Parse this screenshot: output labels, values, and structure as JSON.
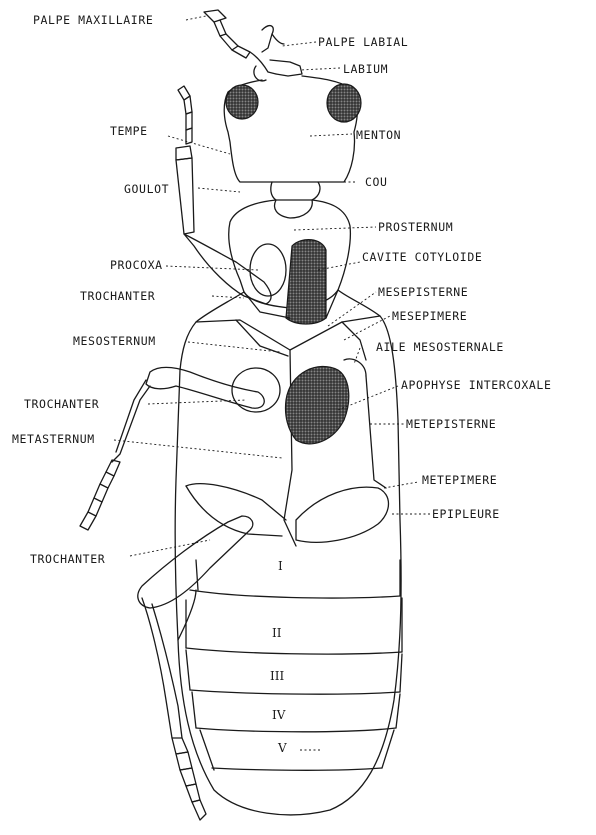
{
  "labels": {
    "palpe_maxillaire": "PALPE MAXILLAIRE",
    "palpe_labial": "PALPE LABIAL",
    "labium": "LABIUM",
    "tempe": "TEMPE",
    "menton": "MENTON",
    "goulot": "GOULOT",
    "cou": "COU",
    "prosternum": "PROSTERNUM",
    "procoxa": "PROCOXA",
    "cavite_cotyloide": "CAVITE COTYLOIDE",
    "mesepisterne": "MESEPISTERNE",
    "trochanter_1": "TROCHANTER",
    "mesepimere": "MESEPIMERE",
    "mesosternum": "MESOSTERNUM",
    "aile_mesosternale": "AILE MESOSTERNALE",
    "apophyse_intercoxale": "APOPHYSE INTERCOXALE",
    "trochanter_2": "TROCHANTER",
    "metepisterne": "METEPISTERNE",
    "metasternum": "METASTERNUM",
    "metepimere": "METEPIMERE",
    "epipleure": "EPIPLEURE",
    "trochanter_3": "TROCHANTER"
  },
  "segments": {
    "s1": "I",
    "s2": "II",
    "s3": "III",
    "s4": "IV",
    "s5": "V"
  }
}
